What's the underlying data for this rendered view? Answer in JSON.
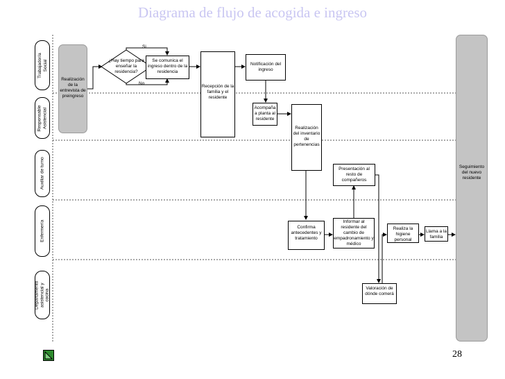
{
  "title": "Diagrama de flujo de acogida e ingreso",
  "page_number": "28",
  "lanes": [
    {
      "label": "Trabajador/a Social"
    },
    {
      "label": "Responsable Asistencial"
    },
    {
      "label": "Auxiliar de turno"
    },
    {
      "label": "Enfermería"
    },
    {
      "label": "Departamento asistencial y cocina"
    }
  ],
  "nodes": {
    "entrevista": "Realización de la entrevista de preingreso",
    "decision": "¿Hay tiempo para enseñar la residencia?",
    "comunica": "Se comunica el ingreso dentro de la residencia",
    "recepcion": "Recepción de la familia y el residente",
    "notificacion": "Notificación del ingreso",
    "acompana": "Acompaña a planta al residente",
    "inventario": "Realización del inventario de pertenencias",
    "presentacion": "Presentación al resto de compañeros",
    "confirma": "Confirma antecedentes y tratamiento",
    "informar": "Informar al residente del cambio de empadronamiento y médico",
    "higiene": "Realiza la higiene personal",
    "llama": "Llama a la familia",
    "valoracion": "Valoración de dónde comerá",
    "seguimiento": "Seguimiento del nuevo residente"
  },
  "edge_labels": {
    "si": "Si",
    "no": "No"
  },
  "colors": {
    "title": "#c9c6f2",
    "entrevista_fill": "#c4c4c4",
    "seguimiento_fill": "#c4c4c4",
    "nav_button": "#2e8b2e"
  },
  "nav_icon": "triangle-up-icon"
}
